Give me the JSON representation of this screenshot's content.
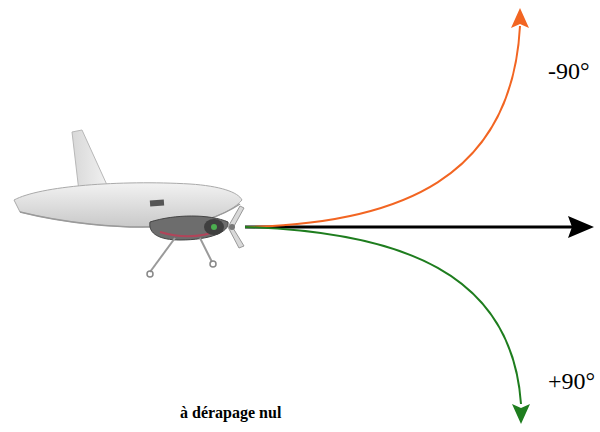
{
  "diagram": {
    "labels": [
      "-90°",
      "+90°",
      "à dérapage nul"
    ]
  }
}
